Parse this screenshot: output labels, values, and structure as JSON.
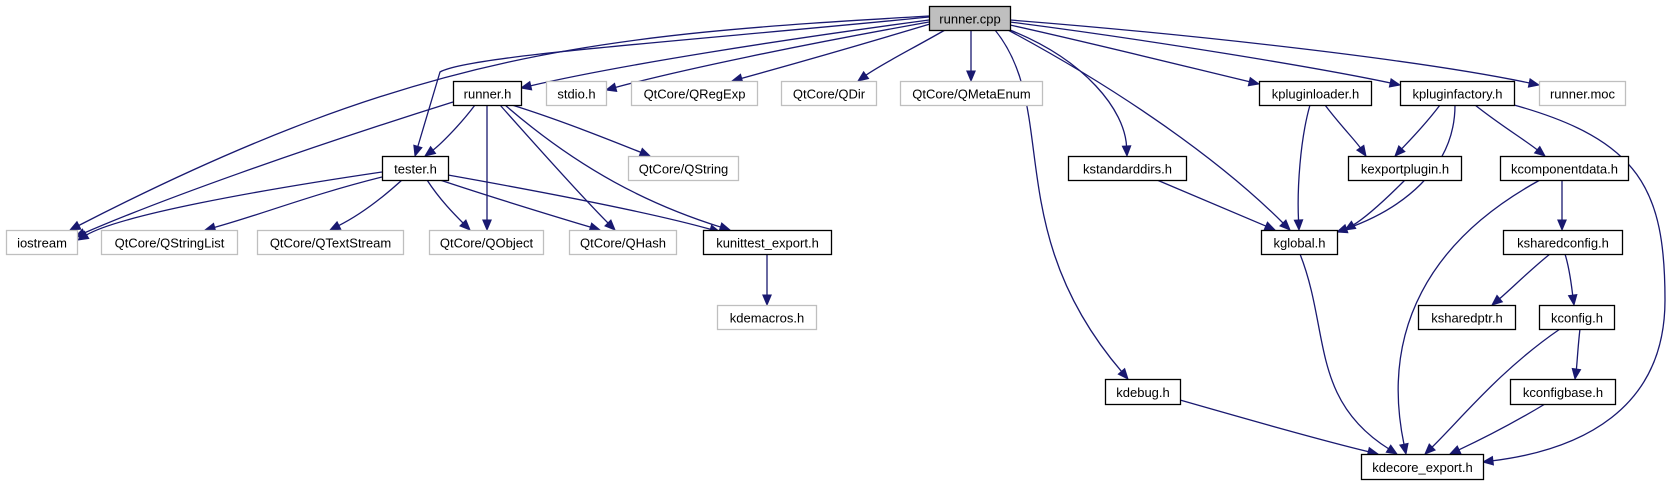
{
  "title": "runner.cpp include dependency graph",
  "colors": {
    "edge": "#191970",
    "root_fill": "#bfbfbf",
    "documented_border": "#000000",
    "external_border": "#bfbfbf",
    "node_fill": "#ffffff"
  },
  "nodes": [
    {
      "id": "runner_cpp",
      "label": "runner.cpp",
      "kind": "root"
    },
    {
      "id": "runner_h",
      "label": "runner.h",
      "kind": "documented"
    },
    {
      "id": "stdio_h",
      "label": "stdio.h",
      "kind": "external"
    },
    {
      "id": "qregexp",
      "label": "QtCore/QRegExp",
      "kind": "external"
    },
    {
      "id": "qdir",
      "label": "QtCore/QDir",
      "kind": "external"
    },
    {
      "id": "qmetaenum",
      "label": "QtCore/QMetaEnum",
      "kind": "external"
    },
    {
      "id": "kpluginloader_h",
      "label": "kpluginloader.h",
      "kind": "documented"
    },
    {
      "id": "kpluginfactory_h",
      "label": "kpluginfactory.h",
      "kind": "documented"
    },
    {
      "id": "runner_moc",
      "label": "runner.moc",
      "kind": "external"
    },
    {
      "id": "tester_h",
      "label": "tester.h",
      "kind": "documented"
    },
    {
      "id": "qstring",
      "label": "QtCore/QString",
      "kind": "external"
    },
    {
      "id": "kstandarddirs_h",
      "label": "kstandarddirs.h",
      "kind": "documented"
    },
    {
      "id": "kexportplugin_h",
      "label": "kexportplugin.h",
      "kind": "documented"
    },
    {
      "id": "kcomponentdata_h",
      "label": "kcomponentdata.h",
      "kind": "documented"
    },
    {
      "id": "iostream",
      "label": "iostream",
      "kind": "external"
    },
    {
      "id": "qstringlist",
      "label": "QtCore/QStringList",
      "kind": "external"
    },
    {
      "id": "qtextstream",
      "label": "QtCore/QTextStream",
      "kind": "external"
    },
    {
      "id": "qobject",
      "label": "QtCore/QObject",
      "kind": "external"
    },
    {
      "id": "qhash",
      "label": "QtCore/QHash",
      "kind": "external"
    },
    {
      "id": "kunittest_export_h",
      "label": "kunittest_export.h",
      "kind": "documented"
    },
    {
      "id": "kglobal_h",
      "label": "kglobal.h",
      "kind": "documented"
    },
    {
      "id": "ksharedconfig_h",
      "label": "ksharedconfig.h",
      "kind": "documented"
    },
    {
      "id": "kdemacros_h",
      "label": "kdemacros.h",
      "kind": "external"
    },
    {
      "id": "ksharedptr_h",
      "label": "ksharedptr.h",
      "kind": "documented"
    },
    {
      "id": "kconfig_h",
      "label": "kconfig.h",
      "kind": "documented"
    },
    {
      "id": "kdebug_h",
      "label": "kdebug.h",
      "kind": "documented"
    },
    {
      "id": "kconfigbase_h",
      "label": "kconfigbase.h",
      "kind": "documented"
    },
    {
      "id": "kdecore_export_h",
      "label": "kdecore_export.h",
      "kind": "documented"
    }
  ],
  "edges": [
    {
      "from": "runner_cpp",
      "to": "runner_h"
    },
    {
      "from": "runner_cpp",
      "to": "stdio_h"
    },
    {
      "from": "runner_cpp",
      "to": "qregexp"
    },
    {
      "from": "runner_cpp",
      "to": "qdir"
    },
    {
      "from": "runner_cpp",
      "to": "qmetaenum"
    },
    {
      "from": "runner_cpp",
      "to": "tester_h"
    },
    {
      "from": "runner_cpp",
      "to": "iostream"
    },
    {
      "from": "runner_cpp",
      "to": "kpluginloader_h"
    },
    {
      "from": "runner_cpp",
      "to": "kpluginfactory_h"
    },
    {
      "from": "runner_cpp",
      "to": "runner_moc"
    },
    {
      "from": "runner_cpp",
      "to": "kstandarddirs_h"
    },
    {
      "from": "runner_cpp",
      "to": "kglobal_h"
    },
    {
      "from": "runner_cpp",
      "to": "kdebug_h"
    },
    {
      "from": "runner_h",
      "to": "tester_h"
    },
    {
      "from": "runner_h",
      "to": "iostream"
    },
    {
      "from": "runner_h",
      "to": "qobject"
    },
    {
      "from": "runner_h",
      "to": "qhash"
    },
    {
      "from": "runner_h",
      "to": "qstring"
    },
    {
      "from": "runner_h",
      "to": "kunittest_export_h"
    },
    {
      "from": "tester_h",
      "to": "iostream"
    },
    {
      "from": "tester_h",
      "to": "qstringlist"
    },
    {
      "from": "tester_h",
      "to": "qtextstream"
    },
    {
      "from": "tester_h",
      "to": "qobject"
    },
    {
      "from": "tester_h",
      "to": "qhash"
    },
    {
      "from": "tester_h",
      "to": "kunittest_export_h"
    },
    {
      "from": "kunittest_export_h",
      "to": "kdemacros_h"
    },
    {
      "from": "kpluginloader_h",
      "to": "kexportplugin_h"
    },
    {
      "from": "kpluginloader_h",
      "to": "kglobal_h"
    },
    {
      "from": "kpluginfactory_h",
      "to": "kexportplugin_h"
    },
    {
      "from": "kpluginfactory_h",
      "to": "kglobal_h"
    },
    {
      "from": "kpluginfactory_h",
      "to": "kcomponentdata_h"
    },
    {
      "from": "kpluginfactory_h",
      "to": "kdecore_export_h"
    },
    {
      "from": "kexportplugin_h",
      "to": "kglobal_h"
    },
    {
      "from": "kstandarddirs_h",
      "to": "kglobal_h"
    },
    {
      "from": "kglobal_h",
      "to": "kdecore_export_h"
    },
    {
      "from": "kcomponentdata_h",
      "to": "ksharedconfig_h"
    },
    {
      "from": "kcomponentdata_h",
      "to": "kdecore_export_h"
    },
    {
      "from": "ksharedconfig_h",
      "to": "ksharedptr_h"
    },
    {
      "from": "ksharedconfig_h",
      "to": "kconfig_h"
    },
    {
      "from": "kconfig_h",
      "to": "kconfigbase_h"
    },
    {
      "from": "kconfig_h",
      "to": "kdecore_export_h"
    },
    {
      "from": "kconfigbase_h",
      "to": "kdecore_export_h"
    },
    {
      "from": "kdebug_h",
      "to": "kdecore_export_h"
    }
  ]
}
